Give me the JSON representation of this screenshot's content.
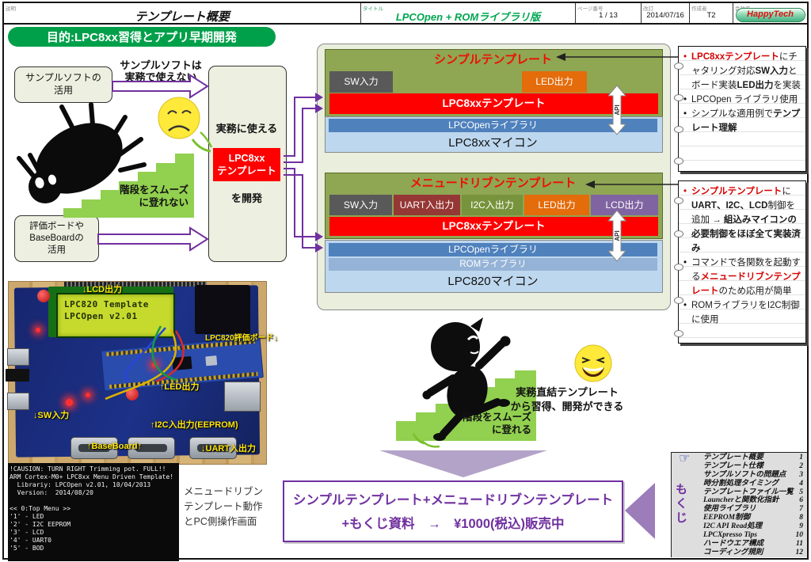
{
  "header": {
    "doc_label": "説明",
    "doc_title": "テンプレート概要",
    "title_label": "タイトル",
    "title_value": "LPCOpen + ROMライブラリ版",
    "page_label": "ページ番号",
    "page_value": "1 / 13",
    "rev_label": "改訂",
    "rev_value": "2014/07/16",
    "author_label": "作成者",
    "author_value": "T2",
    "company_label": "会社名",
    "company_value": "HappyTech"
  },
  "badge": "目的:LPC8xx習得とアプリ早期開発",
  "flow": {
    "box_sample": "サンプルソフトの\n活用",
    "arrow1_caption": "サンプルソフトは\n実務で使えない",
    "stairs_fail": "階段をスムーズ\nに登れない",
    "box_board": "評価ボードや\nBaseBoardの\n活用",
    "develop_top": "実務に使える",
    "develop_red": "LPC8xx\nテンプレート",
    "develop_bottom": "を開発"
  },
  "simple": {
    "title": "シンプルテンプレート",
    "mod_sw": "SW入力",
    "mod_led": "LED出力",
    "bar": "LPC8xxテンプレート",
    "lib": "LPCOpenライブラリ",
    "mcu": "LPC8xxマイコン",
    "api": "API"
  },
  "menu": {
    "title": "メニュードリブンテンプレート",
    "mods": [
      "SW入力",
      "UART入出力",
      "I2C入出力",
      "LED出力",
      "LCD出力"
    ],
    "bar": "LPC8xxテンプレート",
    "lib1": "LPCOpenライブラリ",
    "lib2": "ROMライブラリ",
    "mcu": "LPC820マイコン",
    "api": "API"
  },
  "note1": {
    "b1": {
      "red": "LPC8xxテンプレート",
      "t1": "にチャタリング対応",
      "sw": "SW入力",
      "t2": "とボード実装",
      "led": "LED出力",
      "t3": "を実装"
    },
    "b2": "LPCOpen ライブラリ使用",
    "b3": {
      "t1": "シンプルな適用例で",
      "b1": "テンプレート理解"
    }
  },
  "note2": {
    "b1": {
      "red": "シンプルテンプレート",
      "t1": "に",
      "bold1": "UART、I2C、LCD",
      "t2": "制御を追加 → ",
      "bold2": "組込みマイコンの必要制御をほぼ全て実装済み"
    },
    "b2": {
      "t1": "コマンドで各関数を起動する",
      "red": "メニュードリブンテンプレート",
      "t2": "のため応用が簡単"
    },
    "b3": "ROMライブラリをI2C制御に使用"
  },
  "photo": {
    "lcd": "LPC820 Template\nLPCOpen v2.01",
    "labels": {
      "lcd": "↓LCD出力",
      "eval": "LPC820評価ボード↓",
      "led": "↑LED出力",
      "sw": "↓SW入力",
      "i2c": "↑I2C入出力(EEPROM)",
      "base": "↑BaseBoard↑",
      "uart": "↓UART入出力"
    }
  },
  "terminal": "!CAUSION: TURN RIGHT Trimming pot. FULL!!\nARM Cortex-M0+ LPC8xx Menu Driven Template!\n  Librariy: LPCOpen v2.01, 10/04/2013\n  Version:  2014/08/20\n\n<< 0:Top Menu >>\n'1' - LED\n'2' - I2C EEPROM\n'3' - LCD\n'4' - UART0\n'5' - BOD",
  "caption": "メニュードリブン\nテンプレート動作\nとPC側操作画面",
  "success": {
    "stairs": "階段をスムーズ\nに登れる",
    "msg": "実務直結テンプレート\nから習得、開発ができる"
  },
  "sale": {
    "line1": "シンプルテンプレート+メニュードリブンテンプレート",
    "line2": "+もくじ資料　→　¥1000(税込)販売中"
  },
  "toc": {
    "label": "もくじ",
    "items": [
      {
        "t": "テンプレート概要",
        "p": "1"
      },
      {
        "t": "テンプレート仕様",
        "p": "2"
      },
      {
        "t": "サンプルソフトの問題点",
        "p": "3"
      },
      {
        "t": "時分割処理タイミング",
        "p": "4"
      },
      {
        "t": "テンプレートファイル一覧",
        "p": "5"
      },
      {
        "t": "Launcherと関数化指針",
        "p": "6"
      },
      {
        "t": "使用ライブラリ",
        "p": "7"
      },
      {
        "t": "EEPROM制御",
        "p": "8"
      },
      {
        "t": "I2C API Read処理",
        "p": "9"
      },
      {
        "t": "LPCXpresso Tips",
        "p": "10"
      },
      {
        "t": "ハードウエア構成",
        "p": "11"
      },
      {
        "t": "コーディング規則",
        "p": "12"
      }
    ]
  },
  "colors": {
    "accent_red": "#fe0000",
    "badge_green": "#00a04a",
    "header_green": "#00a651",
    "olive_green": "#8fa653",
    "module_gray": "#595959",
    "module_orange": "#e46c0a",
    "module_dark_red": "#953735",
    "module_i2c_green": "#77933c",
    "module_purple": "#8064a2",
    "lib_blue": "#4f81bd",
    "rom_blue": "#95b3d7",
    "mcu_light_blue": "#bdd7ee",
    "accent_purple": "#7030a0",
    "stairs_green": "#92d050"
  }
}
